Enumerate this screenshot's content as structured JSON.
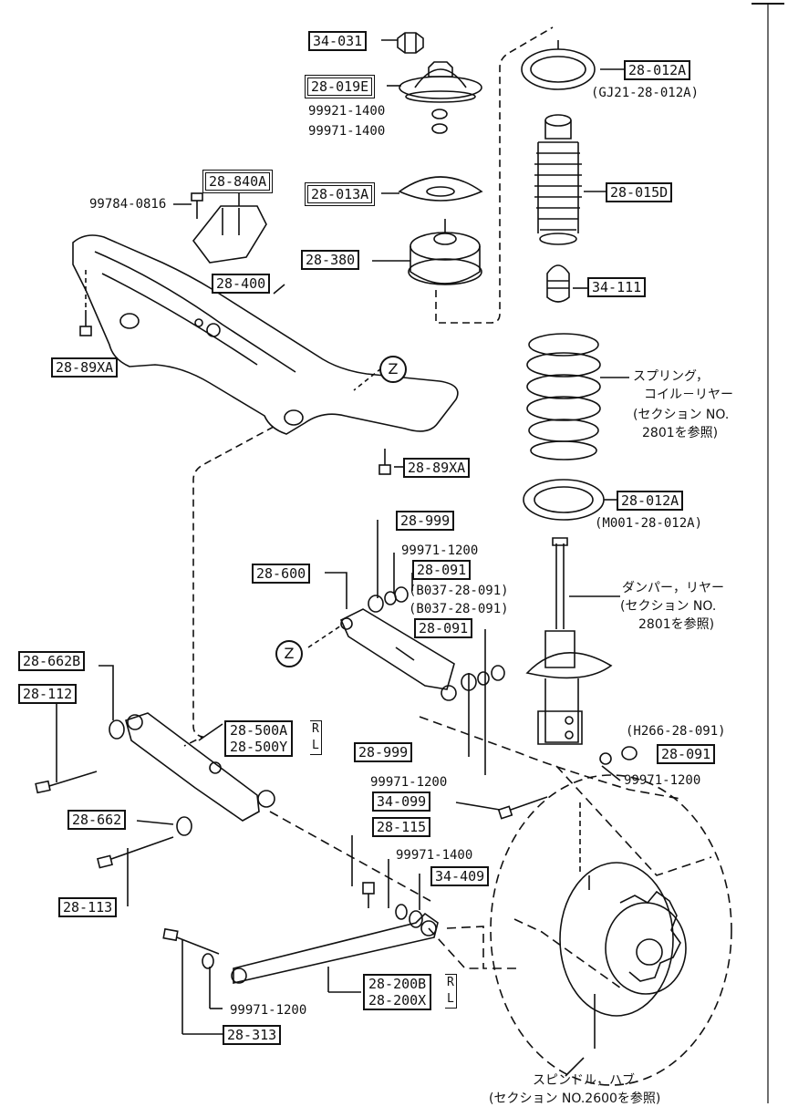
{
  "boxes": {
    "p34_031": "34-031",
    "p28_019E": "28-019E",
    "p28_013A": "28-013A",
    "p28_380": "28-380",
    "p28_840A": "28-840A",
    "p28_400": "28-400",
    "p28_89XA_left": "28-89XA",
    "p28_89XA_right": "28-89XA",
    "p28_012A_top": "28-012A",
    "p28_015D": "28-015D",
    "p34_111": "34-111",
    "p28_012A_bottom": "28-012A",
    "p28_999_top": "28-999",
    "p28_091_a": "28-091",
    "p28_600": "28-600",
    "p28_091_b": "28-091",
    "p28_662B": "28-662B",
    "p28_112": "28-112",
    "p28_999_bottom": "28-999",
    "p28_091_c": "28-091",
    "p34_099": "34-099",
    "p28_115": "28-115",
    "p28_662": "28-662",
    "p34_409": "34-409",
    "p28_113": "28-113",
    "p28_313": "28-313"
  },
  "stacked": {
    "arm_upper": "28-500A",
    "arm_lower": "28-500Y",
    "rod_upper": "28-200B",
    "rod_lower": "28-200X",
    "side_r": "R",
    "side_l": "L"
  },
  "labels": {
    "b99921_1400": "99921-1400",
    "b99971_1400_top": "99971-1400",
    "b99784_0816": "99784-0816",
    "b99971_1200_a": "99971-1200",
    "b99971_1200_b": "99971-1200",
    "b99971_1200_c": "99971-1200",
    "b99971_1400_bottom": "99971-1400",
    "b99971_1200_d": "99971-1200",
    "gj21": "(GJ21-28-012A)",
    "m001": "(M001-28-012A)",
    "b037_1": "(B037-28-091)",
    "b037_2": "(B037-28-091)",
    "h266": "(H266-28-091)"
  },
  "notes": {
    "spring_1": "スプリング，",
    "spring_2": "コイル－リヤー",
    "spring_3": "(セクション NO.",
    "spring_4": "2801を参照)",
    "damper_1": "ダンパー，リヤー",
    "damper_2": "(セクション NO.",
    "damper_3": "2801を参照)",
    "hub_1": "スピンドル，ハブ",
    "hub_2": "(セクション NO.2600を参照)"
  },
  "markers": {
    "z1": "Z",
    "z2": "Z"
  }
}
